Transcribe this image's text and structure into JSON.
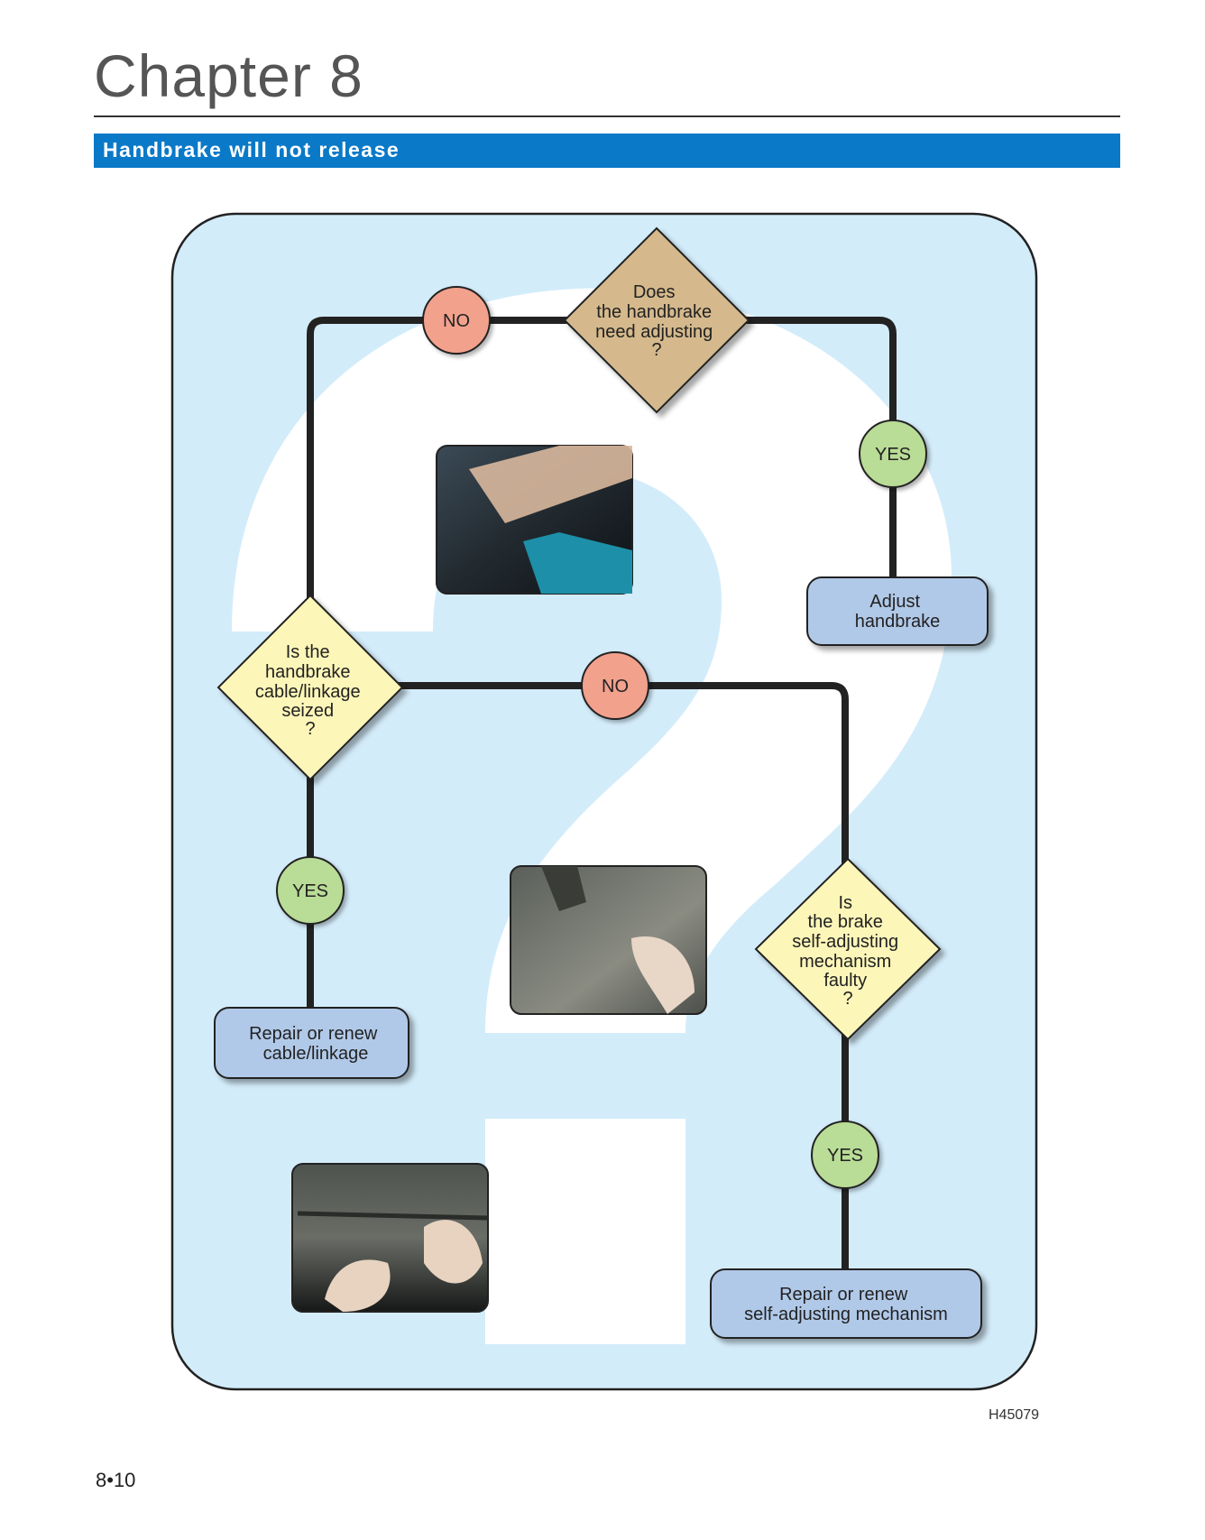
{
  "header": {
    "chapter_title": "Chapter 8",
    "section_title": "Handbrake will not release"
  },
  "flowchart": {
    "decisions": {
      "need_adjusting": [
        "Does",
        "the handbrake",
        "need adjusting",
        "?"
      ],
      "cable_seized": [
        "Is the",
        "handbrake",
        "cable/linkage",
        "seized",
        "?"
      ],
      "self_adjusting_faulty": [
        "Is",
        "the brake",
        "self-adjusting",
        "mechanism",
        "faulty",
        "?"
      ]
    },
    "answers": {
      "no_1": "NO",
      "yes_1": "YES",
      "no_2": "NO",
      "yes_2": "YES",
      "yes_3": "YES"
    },
    "actions": {
      "adjust_handbrake": [
        "Adjust",
        "handbrake"
      ],
      "repair_cable": [
        "Repair or renew",
        "cable/linkage"
      ],
      "repair_self_adjusting": [
        "Repair or renew",
        "self-adjusting mechanism"
      ]
    }
  },
  "footer": {
    "figure_code": "H45079",
    "page_number": "8•10"
  },
  "colors": {
    "section_bar": "#0a79c8",
    "panel_background": "#d3ecfa",
    "decision_tan": "#d5b98c",
    "decision_yellow": "#fdf6b9",
    "answer_no": "#f2a18d",
    "answer_yes": "#b9dc96",
    "action_box": "#b1c9e8"
  }
}
